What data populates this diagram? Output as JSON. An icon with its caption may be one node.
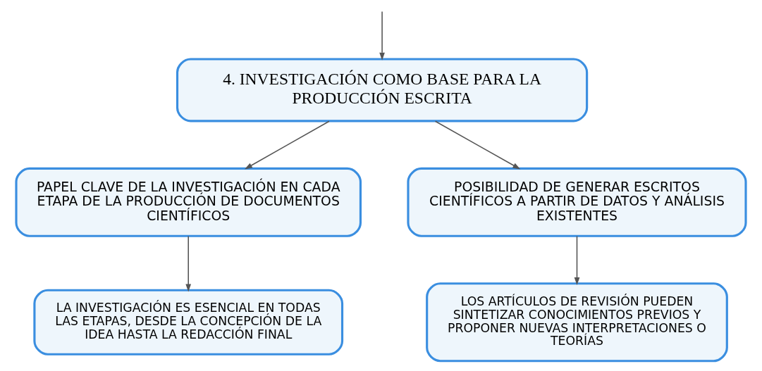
{
  "diagram": {
    "nodes": [
      {
        "text": [
          "4. INVESTIGACIÓN COMO BASE PARA LA PRODUCCIÓN ESCRITA"
        ]
      },
      {
        "text": [
          "PAPEL CLAVE DE LA INVESTIGACIÓN EN CADA ETAPA DE LA PRODUCCIÓN DE DOCUMENTOS CIENTÍFICOS"
        ]
      },
      {
        "text": [
          "POSIBILIDAD DE GENERAR ESCRITOS CIENTÍFICOS A PARTIR DE DATOS Y ANÁLISIS EXISTENTES"
        ]
      },
      {
        "text": [
          "LA INVESTIGACIÓN ES ESENCIAL EN TODAS LAS ETAPAS, DESDE LA CONCEPCIÓN DE LA IDEA HASTA LA REDACCIÓN FINAL"
        ]
      },
      {
        "text": [
          "LOS ARTÍCULOS DE REVISIÓN PUEDEN SINTETIZAR CONOCIMIENTOS PREVIOS Y PROPONER NUEVAS INTERPRETACIONES O TEORÍAS"
        ]
      }
    ],
    "edges": [
      {
        "from": null,
        "to": 0,
        "arrow": "to"
      },
      {
        "from": 0,
        "to": 1,
        "arrow": "to"
      },
      {
        "from": 0,
        "to": 2,
        "arrow": "to"
      },
      {
        "from": 1,
        "to": 3,
        "arrow": "to"
      },
      {
        "from": 2,
        "to": 4,
        "arrow": "to"
      }
    ]
  }
}
